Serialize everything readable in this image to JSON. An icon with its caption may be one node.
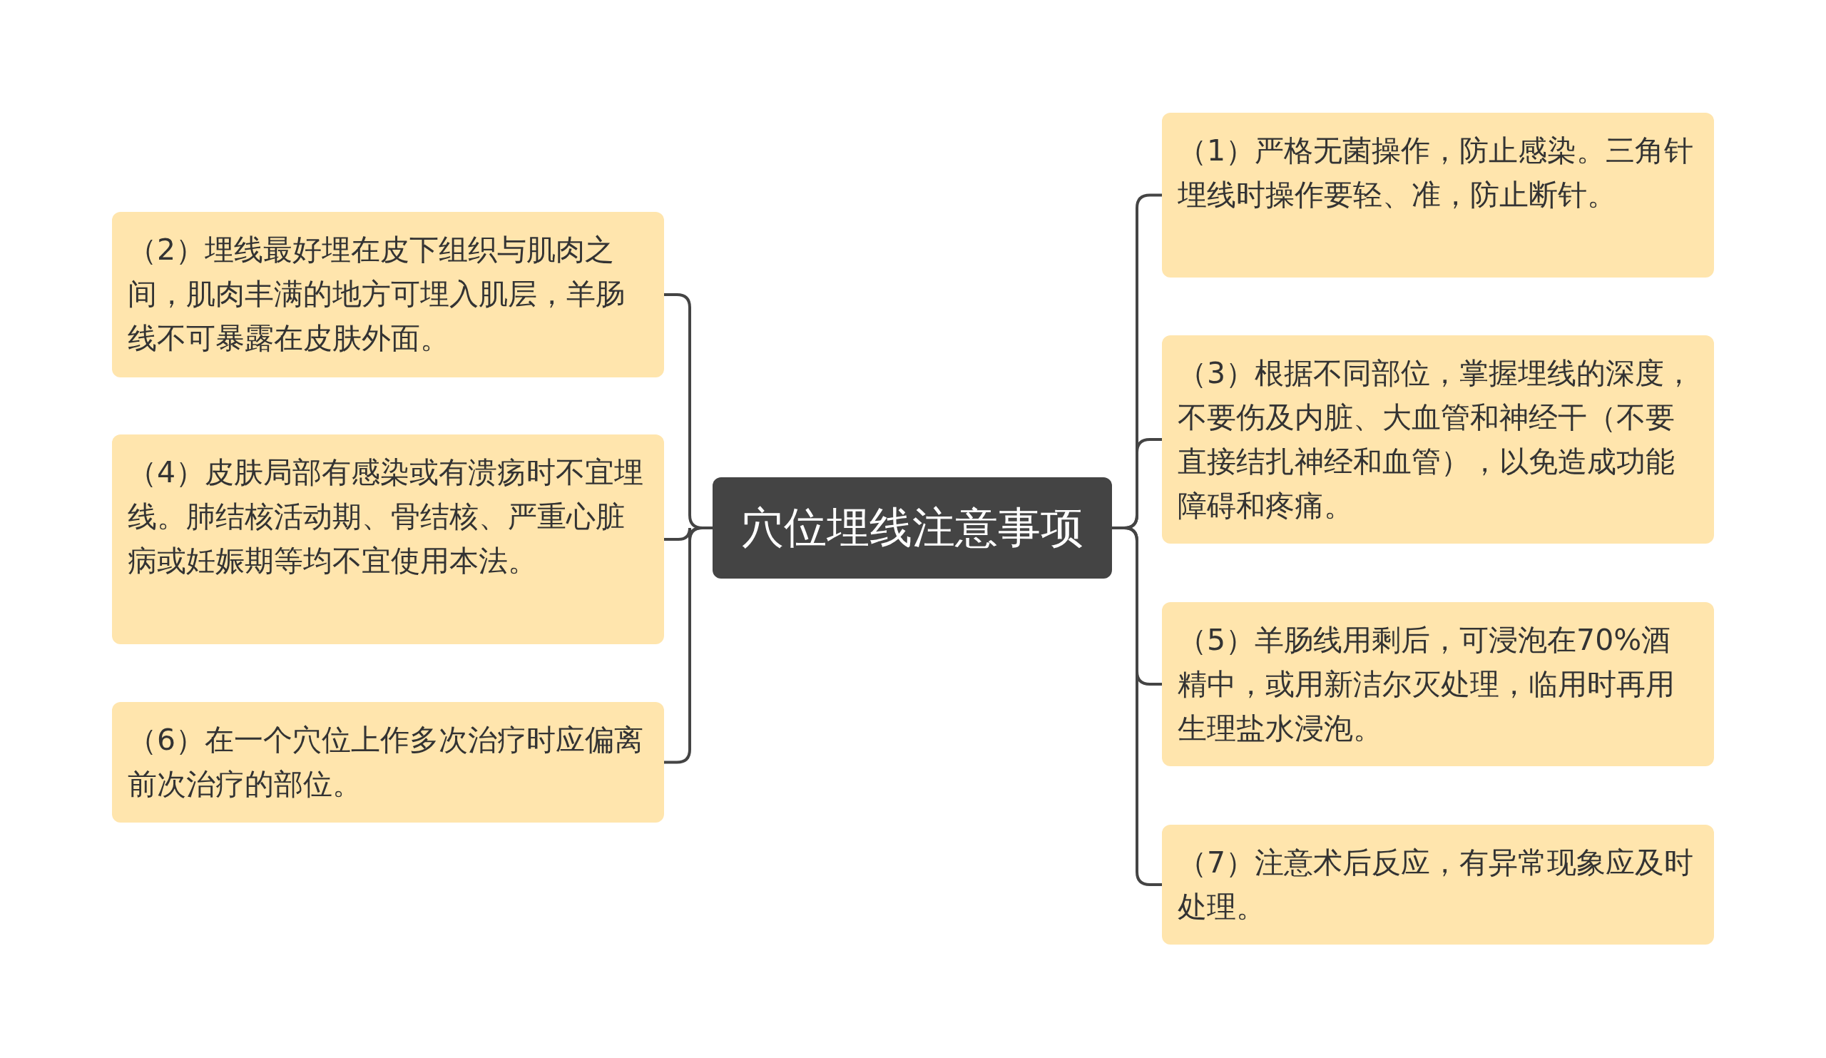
{
  "diagram": {
    "nodes": [
      {
        "text": [
          "穴位埋线注意事项"
        ]
      },
      {
        "text": [
          "（1）严格无菌操作，防止感染。三角针埋线时操作要轻、准，防止断针。"
        ]
      },
      {
        "text": [
          "（2）埋线最好埋在皮下组织与肌肉之间，肌肉丰满的地方可埋入肌层，羊肠线不可暴露在皮肤外面。"
        ]
      },
      {
        "text": [
          "（3）根据不同部位，掌握埋线的深度，不要伤及内脏、大血管和神经干（不要直接结扎神经和血管），以免造成功能障碍和疼痛。"
        ]
      },
      {
        "text": [
          "（4）皮肤局部有感染或有溃疡时不宜埋线。肺结核活动期、骨结核、严重心脏病或妊娠期等均不宜使用本法。"
        ]
      },
      {
        "text": [
          "（5）羊肠线用剩后，可浸泡在70%酒精中，或用新洁尔灭处理，临用时再用生理盐水浸泡。"
        ]
      },
      {
        "text": [
          "（6）在一个穴位上作多次治疗时应偏离前次治疗的部位。"
        ]
      },
      {
        "text": [
          "（7）注意术后反应，有异常现象应及时处理。"
        ]
      }
    ],
    "edges": [
      {
        "from": 0,
        "to": 1,
        "arrow": "none"
      },
      {
        "from": 0,
        "to": 2,
        "arrow": "none"
      },
      {
        "from": 0,
        "to": 3,
        "arrow": "none"
      },
      {
        "from": 0,
        "to": 4,
        "arrow": "none"
      },
      {
        "from": 0,
        "to": 5,
        "arrow": "none"
      },
      {
        "from": 0,
        "to": 6,
        "arrow": "none"
      },
      {
        "from": 0,
        "to": 7,
        "arrow": "none"
      }
    ]
  }
}
